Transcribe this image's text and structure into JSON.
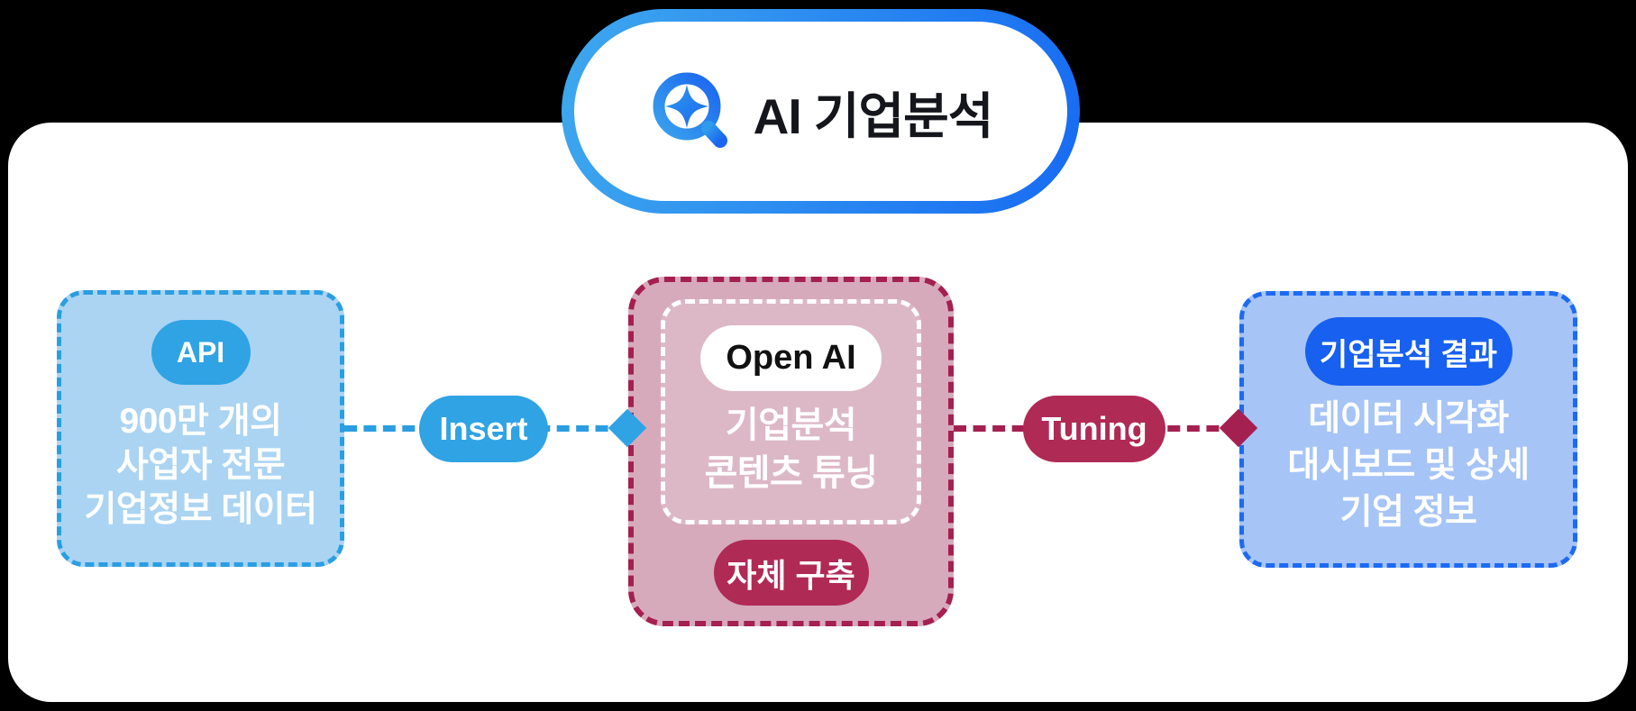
{
  "header": {
    "title": "AI 기업분석",
    "logo_icon": "magnifier-star-logo"
  },
  "flow": {
    "source": {
      "badge": "API",
      "lines": [
        "900만 개의",
        "사업자 전문",
        "기업정보 데이터"
      ]
    },
    "insert_label": "Insert",
    "engine": {
      "badge": "Open AI",
      "lines": [
        "기업분석",
        "콘텐츠 튜닝"
      ],
      "footer_badge": "자체 구축"
    },
    "tuning_label": "Tuning",
    "result": {
      "badge": "기업분석 결과",
      "lines": [
        "데이터 시각화",
        "대시보드 및 상세",
        "기업 정보"
      ]
    }
  },
  "colors": {
    "background": "#000000",
    "card": "#FFFFFF",
    "title_gradient_start": "#3EA8EE",
    "title_gradient_end": "#176BF2",
    "title_text": "#15161C",
    "sky_blue_accent": "#2FA3E4",
    "sky_blue_line": "#2B9EE2",
    "sky_blue_fill": "#ABD4F2",
    "crimson_accent": "#B02A56",
    "crimson_line": "#A42050",
    "rose_fill": "#D6AABB",
    "rose_inner_fill": "#DCB8C6",
    "royal_blue_accent": "#1760F0",
    "royal_blue_line": "#1D6AF2",
    "royal_blue_fill": "#A6C4F6"
  }
}
